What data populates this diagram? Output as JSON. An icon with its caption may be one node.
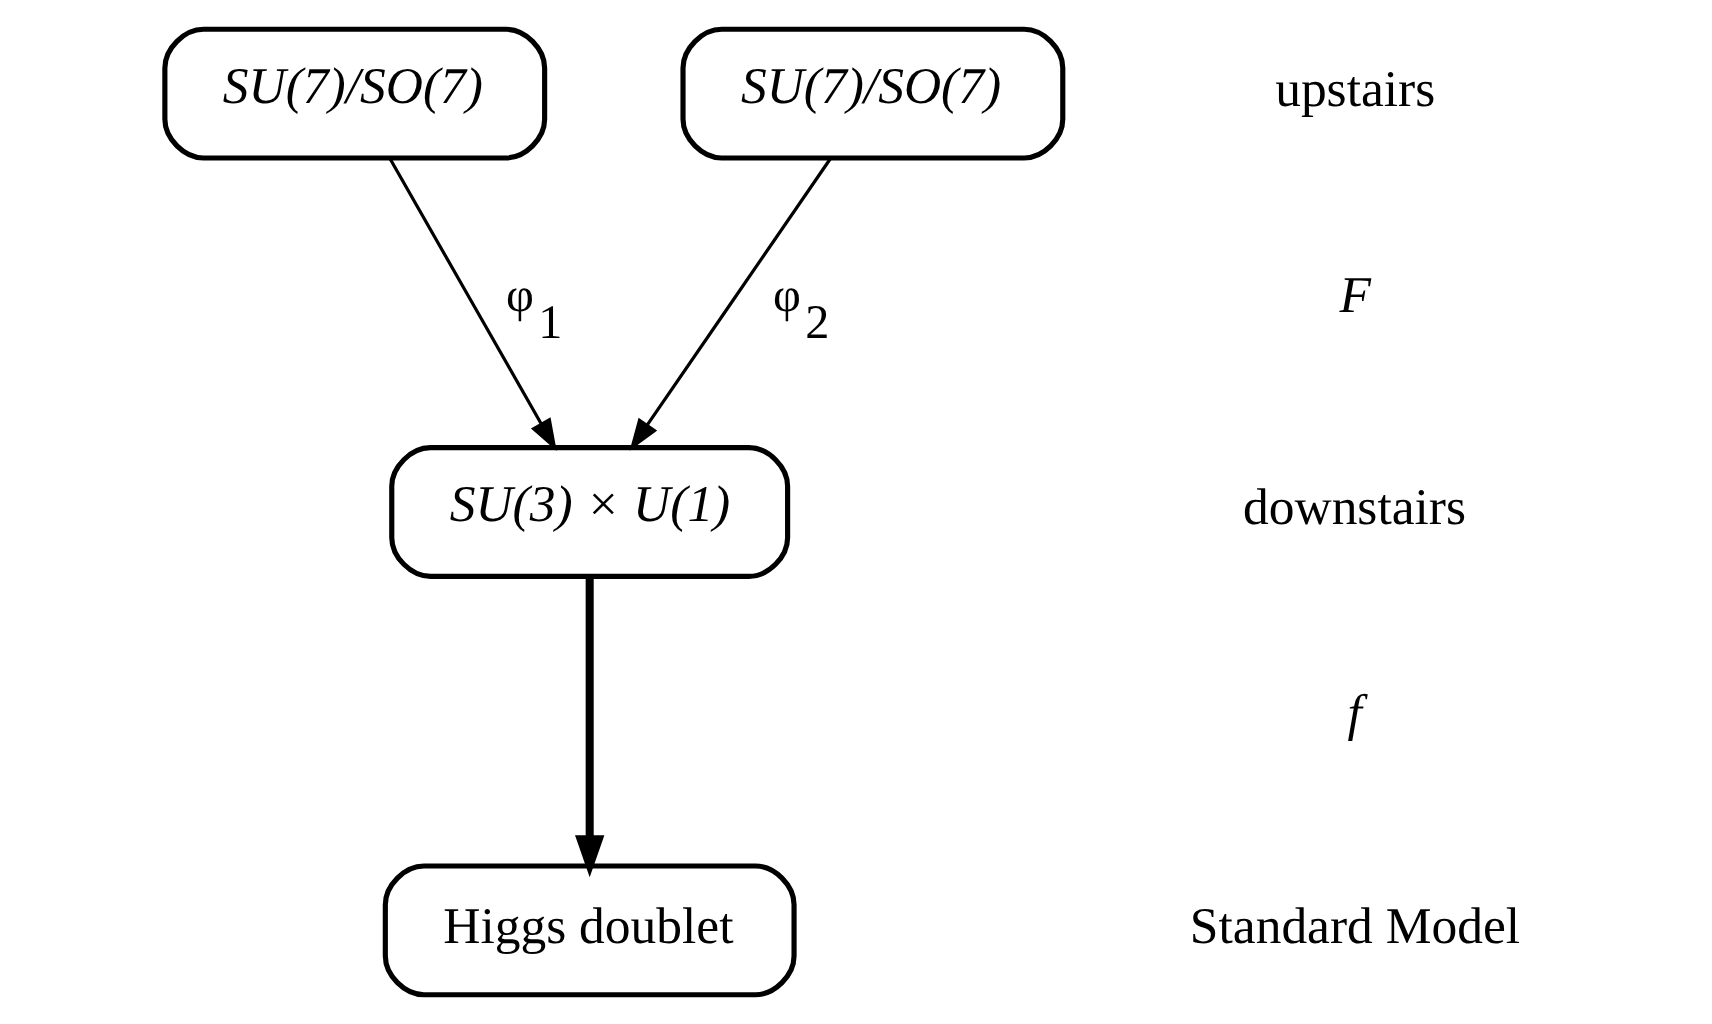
{
  "diagram": {
    "nodes": [
      {
        "text": [
          "SU(7)/SO(7)"
        ]
      },
      {
        "text": [
          "SU(7)/SO(7)"
        ]
      },
      {
        "text": [
          "SU(3) × U(1)"
        ]
      },
      {
        "text": [
          "Higgs doublet"
        ]
      }
    ],
    "edges": [
      {
        "from": 0,
        "to": 2,
        "arrow": "to",
        "label": "φ$_{1}$"
      },
      {
        "from": 1,
        "to": 2,
        "arrow": "to",
        "label": "φ$_{2}$"
      },
      {
        "from": 2,
        "to": 3,
        "arrow": "to",
        "style": "thick"
      }
    ],
    "labels": [
      "upstairs",
      "F",
      "downstairs",
      "f",
      "Standard Model"
    ]
  }
}
